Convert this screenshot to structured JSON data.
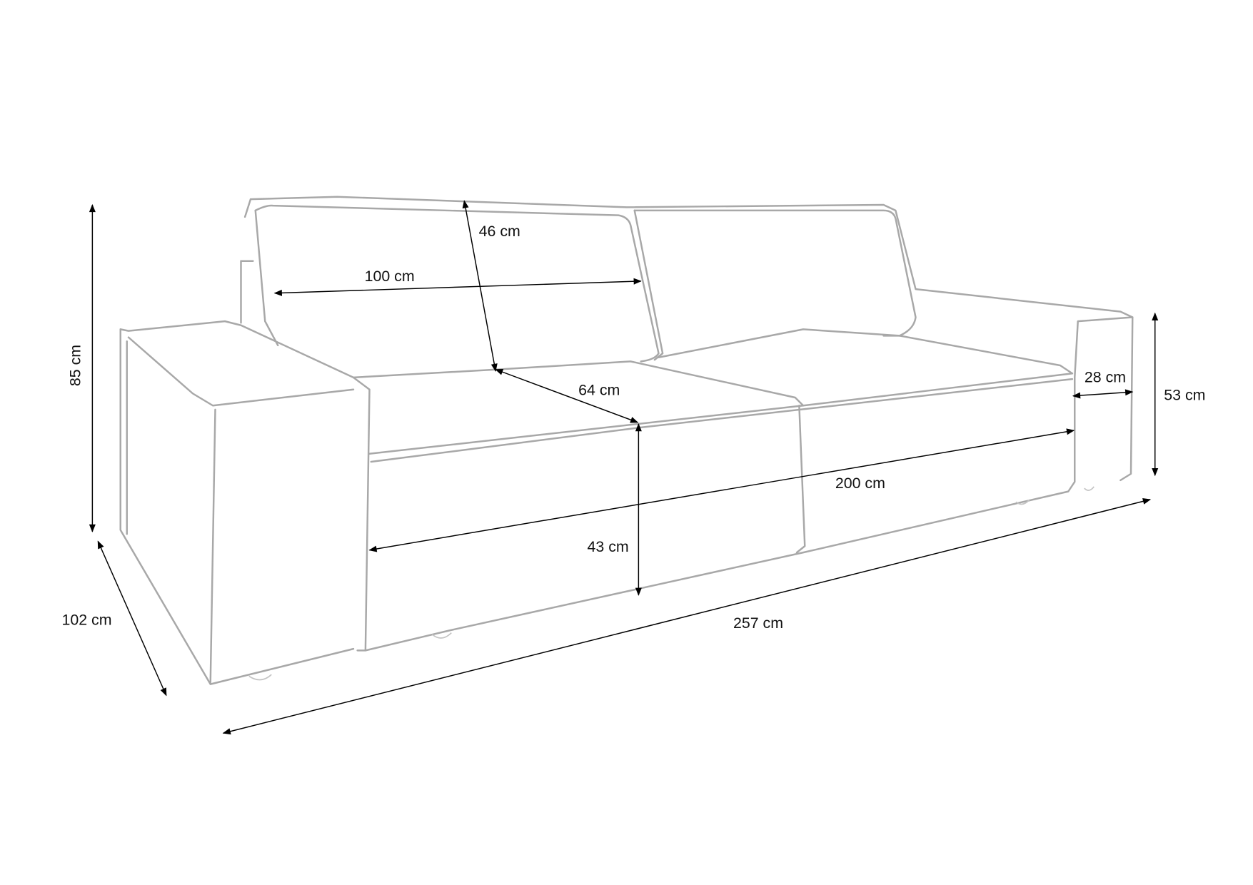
{
  "title": "Sofa dimensions diagram",
  "colors": {
    "outline": "#a8a8a8",
    "dimension": "#000000"
  },
  "dimensions": {
    "total_height": "85 cm",
    "depth": "102 cm",
    "total_width": "257 cm",
    "backrest_height": "46 cm",
    "backrest_width": "100 cm",
    "seat_depth": "64 cm",
    "seat_height": "43 cm",
    "seat_width": "200 cm",
    "armrest_width": "28 cm",
    "armrest_height": "53 cm"
  }
}
